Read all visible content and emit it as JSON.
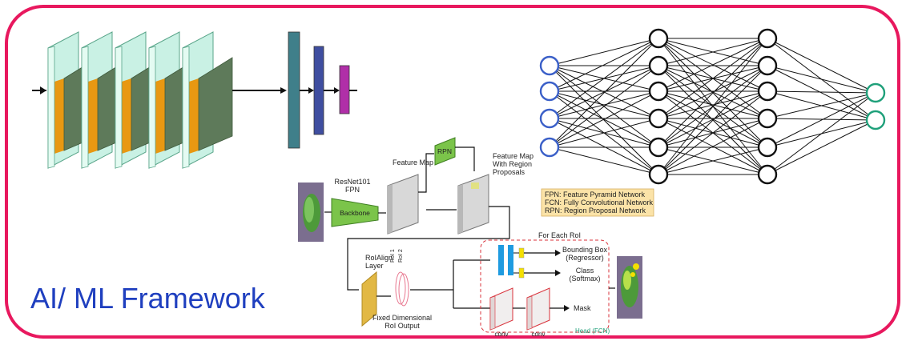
{
  "title": "AI/ ML Framework",
  "cnn": {
    "colors": {
      "panel": "#c9f1e4",
      "panel_edge": "#5aa58a",
      "side": "#e89812",
      "block": "#5e7a5a",
      "arrow": "#111111"
    },
    "dense_layers": [
      {
        "color": "#3f7f8a"
      },
      {
        "color": "#3f4ea0"
      },
      {
        "color": "#b02fa8"
      }
    ]
  },
  "mlp": {
    "layer_sizes": [
      4,
      6,
      6,
      2
    ],
    "input_color": "#3a5fc8",
    "hidden_color": "#111111",
    "output_color": "#1fa07a"
  },
  "maskrcnn": {
    "backbone_top": "ResNet101",
    "backbone_fpn": "FPN",
    "backbone_label": "Backbone",
    "feature_map": "Feature Map",
    "rpn": "RPN",
    "feature_map_regions": [
      "Feature Map",
      "With Region",
      "Proposals"
    ],
    "roialign": [
      "RoIAlign",
      "Layer"
    ],
    "roi_labels": [
      "RoI 1",
      "RoI 2"
    ],
    "fixed_dim": [
      "Fixed Dimensional",
      "RoI Output"
    ],
    "for_each_roi": "For Each RoI",
    "bbox": [
      "Bounding Box",
      "(Regressor)"
    ],
    "class": [
      "Class",
      "(Softmax)"
    ],
    "mask": "Mask",
    "conv1": "conv",
    "conv2": "conv",
    "head": "Head (FCN)",
    "legend": [
      "FPN: Feature Pyramid Network",
      "FCN: Fully Convolutional Network",
      "RPN: Region Proposal Network"
    ],
    "legend_bg": "#fbe3a8"
  }
}
